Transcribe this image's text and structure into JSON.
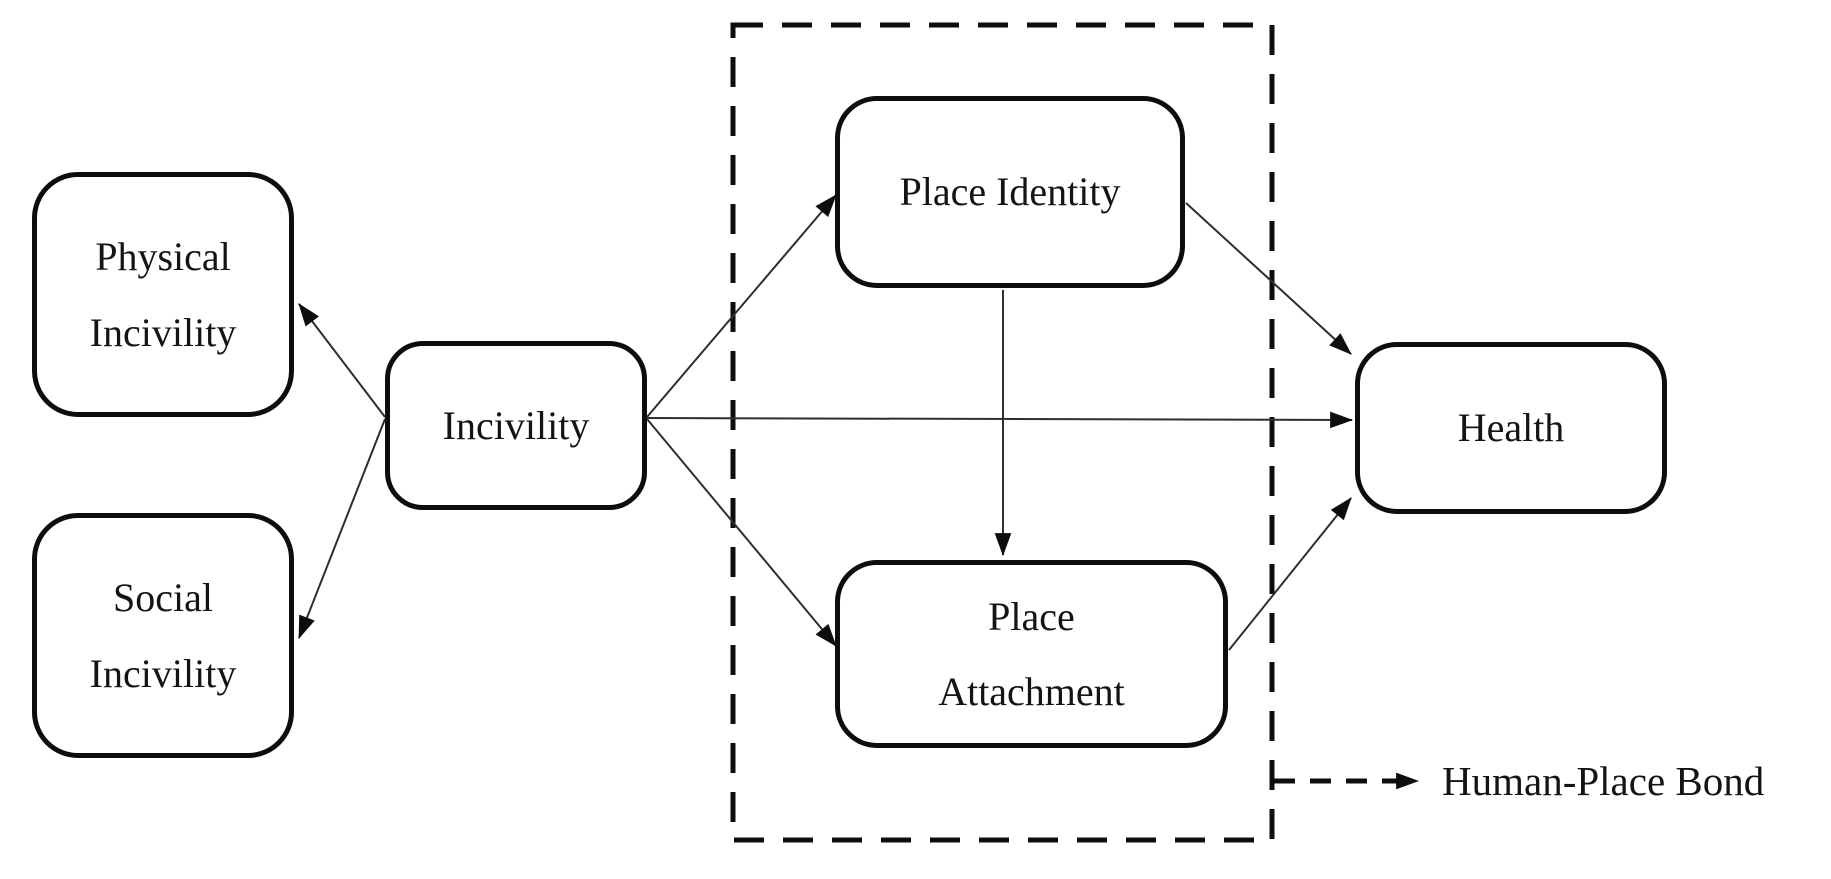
{
  "figure": {
    "type": "concept-model-diagram",
    "nodes": {
      "physical_incivility": {
        "label": "Physical\nIncivility"
      },
      "social_incivility": {
        "label": "Social\nIncivility"
      },
      "incivility": {
        "label": "Incivility"
      },
      "place_identity": {
        "label": "Place Identity"
      },
      "place_attachment": {
        "label": "Place\nAttachment"
      },
      "health": {
        "label": "Health"
      }
    },
    "group": {
      "members": [
        "place_identity",
        "place_attachment"
      ],
      "outline_style": "dashed",
      "callout_label": "Human-Place Bond"
    },
    "edges": [
      {
        "from": "Incivility",
        "to": "Physical Incivility",
        "style": "solid-arrow"
      },
      {
        "from": "Incivility",
        "to": "Social Incivility",
        "style": "solid-arrow"
      },
      {
        "from": "Incivility",
        "to": "Place Identity",
        "style": "solid-arrow"
      },
      {
        "from": "Incivility",
        "to": "Health",
        "style": "solid-arrow"
      },
      {
        "from": "Incivility",
        "to": "Place Attachment",
        "style": "solid-arrow"
      },
      {
        "from": "Place Identity",
        "to": "Place Attachment",
        "style": "solid-arrow"
      },
      {
        "from": "Place Identity",
        "to": "Health",
        "style": "solid-arrow"
      },
      {
        "from": "Place Attachment",
        "to": "Health",
        "style": "solid-arrow"
      },
      {
        "from": "Human-Place Bond group",
        "to": "Human-Place Bond label",
        "style": "dashed-arrow"
      }
    ],
    "colors": {
      "background": "#ffffff",
      "box_border": "#0d0d0d",
      "edge_line": "#2e2e2e",
      "arrowhead": "#0d0d0d",
      "text": "#141414"
    }
  }
}
